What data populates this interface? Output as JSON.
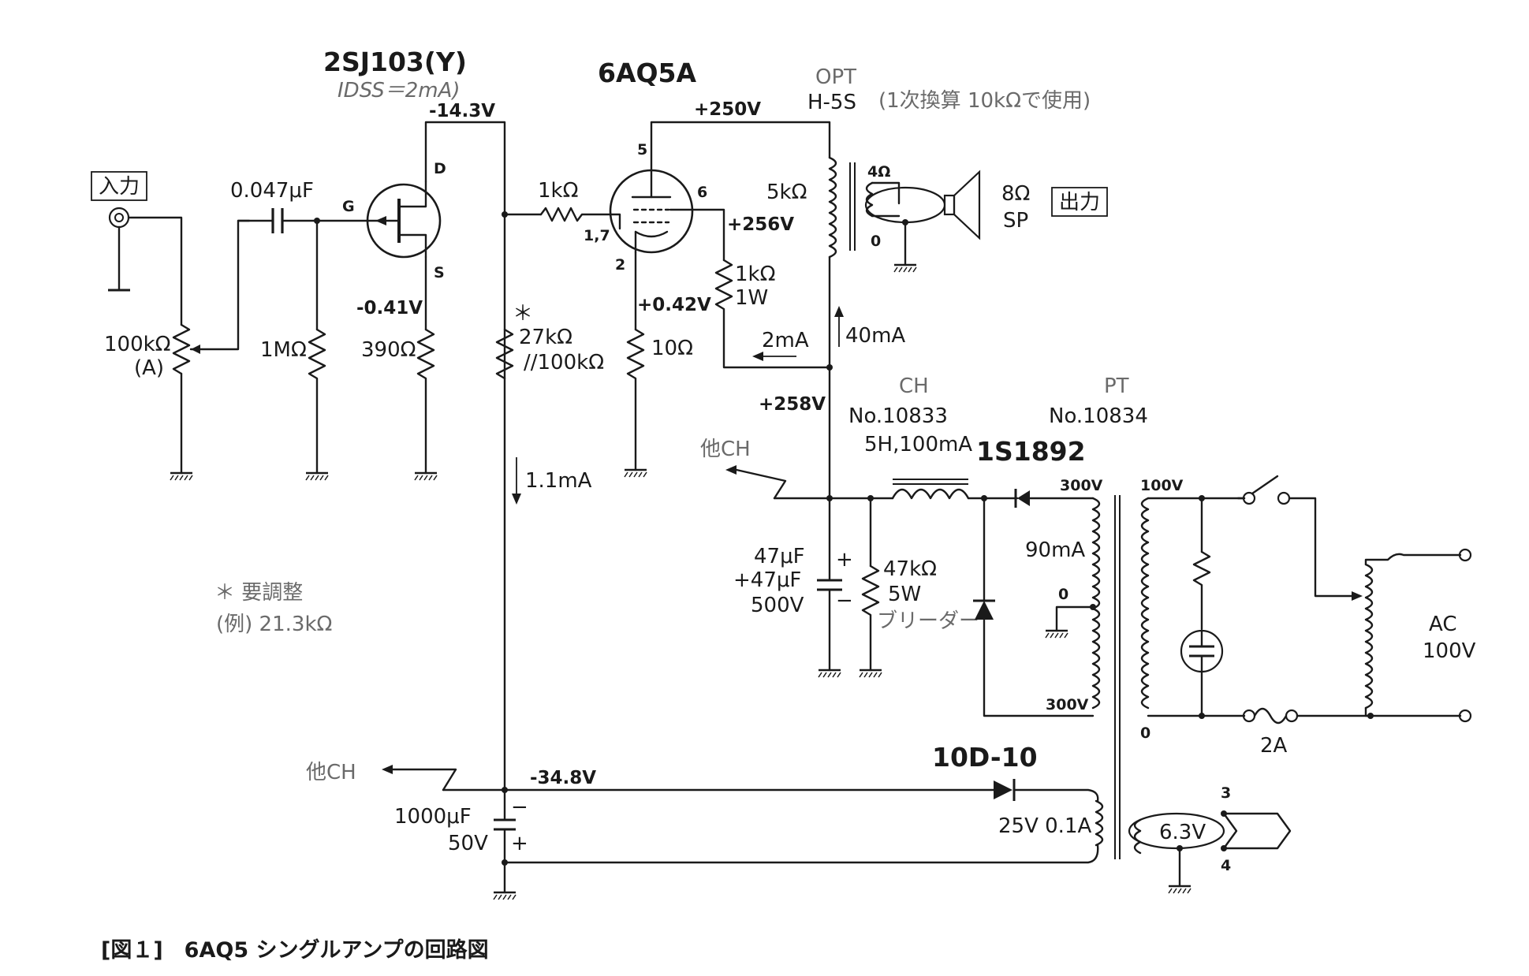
{
  "figure_caption": "[図１]　6AQ5 シングルアンプの回路図",
  "labels": {
    "fet": "2SJ103(Y)",
    "fet_idss": "IDSS＝2mA)",
    "tube": "6AQ5A",
    "opt_title": "OPT",
    "opt_model": "H-5S",
    "opt_note": "(1次換算 10kΩで使用)",
    "in_label": "入力",
    "out_label": "出力",
    "in_cap": "0.047μF",
    "pot": "100kΩ",
    "pot_taper": "(A)",
    "r_gate": "1MΩ",
    "r_source": "390Ω",
    "r_drain_a": "27kΩ",
    "r_drain_b": "//100kΩ",
    "asterisk": "＊",
    "r_grid": "1kΩ",
    "r_cathode": "10Ω",
    "r_g2_a": "1kΩ",
    "r_g2_b": "1W",
    "opt_pri": "5kΩ",
    "opt_4ohm": "4Ω",
    "opt_0": "0",
    "speaker_a": "8Ω",
    "speaker_b": "SP",
    "v_drain": "-14.3V",
    "v_source": "-0.41V",
    "v_plate": "+250V",
    "v_screen": "+256V",
    "v_cathode": "+0.42V",
    "v_b_supply": "+258V",
    "v_neg_supply": "-34.8V",
    "i_screen": "2mA",
    "i_plate": "40mA",
    "i_bias": "1.1mA",
    "pin_d": "D",
    "pin_g": "G",
    "pin_s": "S",
    "pin_5": "5",
    "pin_6": "6",
    "pin_17": "1,7",
    "pin_2": "2",
    "ch_title": "CH",
    "ch_model": "No.10833",
    "ch_spec": "5H,100mA",
    "diode_hv": "1S1892",
    "pt_title": "PT",
    "pt_model": "No.10834",
    "other_ch": "他CH",
    "cap_b_a": "47μF",
    "cap_b_b": "+47μF",
    "cap_b_c": "500V",
    "bleeder_a": "47kΩ",
    "bleeder_b": "5W",
    "bleeder_c": "ブリーダー",
    "sec_300_top": "300V",
    "sec_300_bot": "300V",
    "sec_90ma": "90mA",
    "sec_0": "0",
    "pri_100v": "100V",
    "pri_0": "0",
    "fuse": "2A",
    "ac_a": "AC",
    "ac_b": "100V",
    "note_a": "＊ 要調整",
    "note_b": "(例) 21.3kΩ",
    "diode_lv": "10D-10",
    "heater_wind": "25V 0.1A",
    "heater_v": "6.3V",
    "heater_pin3": "3",
    "heater_pin4": "4",
    "cap_neg_a": "1000μF",
    "cap_neg_b": "50V",
    "plus": "+",
    "minus": "−"
  }
}
